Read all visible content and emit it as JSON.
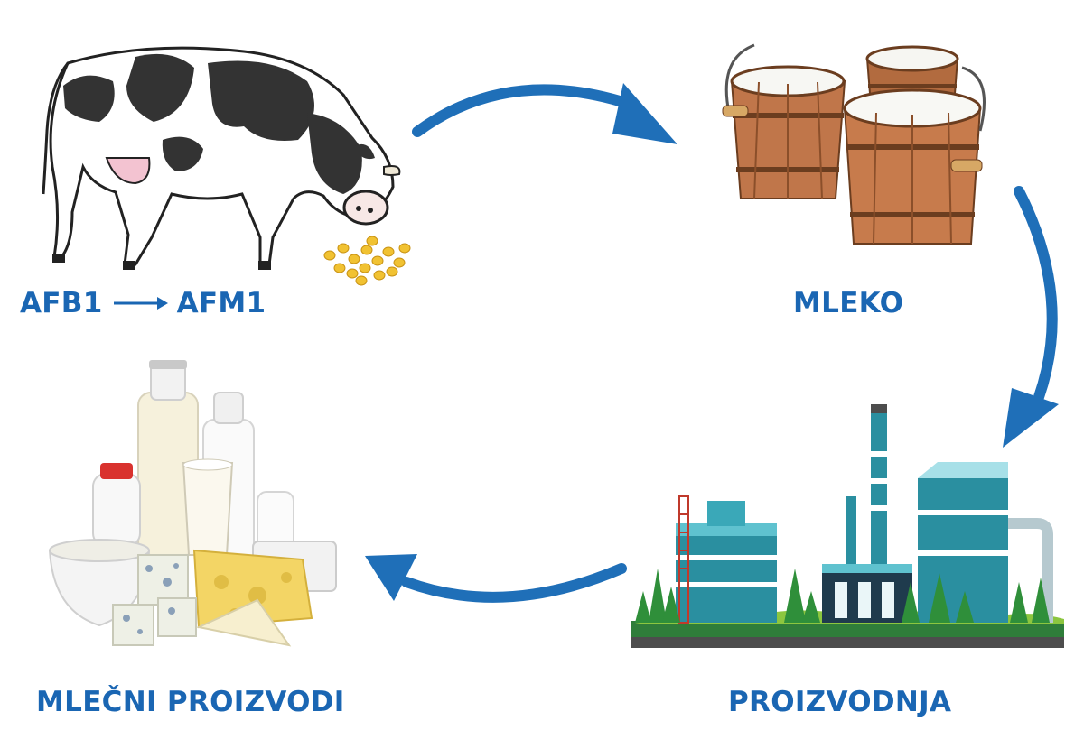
{
  "colors": {
    "accent_blue": "#1a66b3",
    "arrow_blue": "#1f6fb8"
  },
  "nodes": [
    {
      "id": "cow",
      "icon": "cow-eating-corn-icon",
      "label_left": "AFB1",
      "label_right": "AFM1"
    },
    {
      "id": "milk",
      "icon": "wooden-milk-buckets-icon",
      "label": "MLEKO"
    },
    {
      "id": "factory",
      "icon": "factory-icon",
      "label": "PROIZVODNJA"
    },
    {
      "id": "dairy",
      "icon": "dairy-products-icon",
      "label": "MLEČNI PROIZVODI"
    }
  ],
  "edges": [
    {
      "from": "cow",
      "to": "milk"
    },
    {
      "from": "milk",
      "to": "factory"
    },
    {
      "from": "factory",
      "to": "dairy"
    }
  ]
}
